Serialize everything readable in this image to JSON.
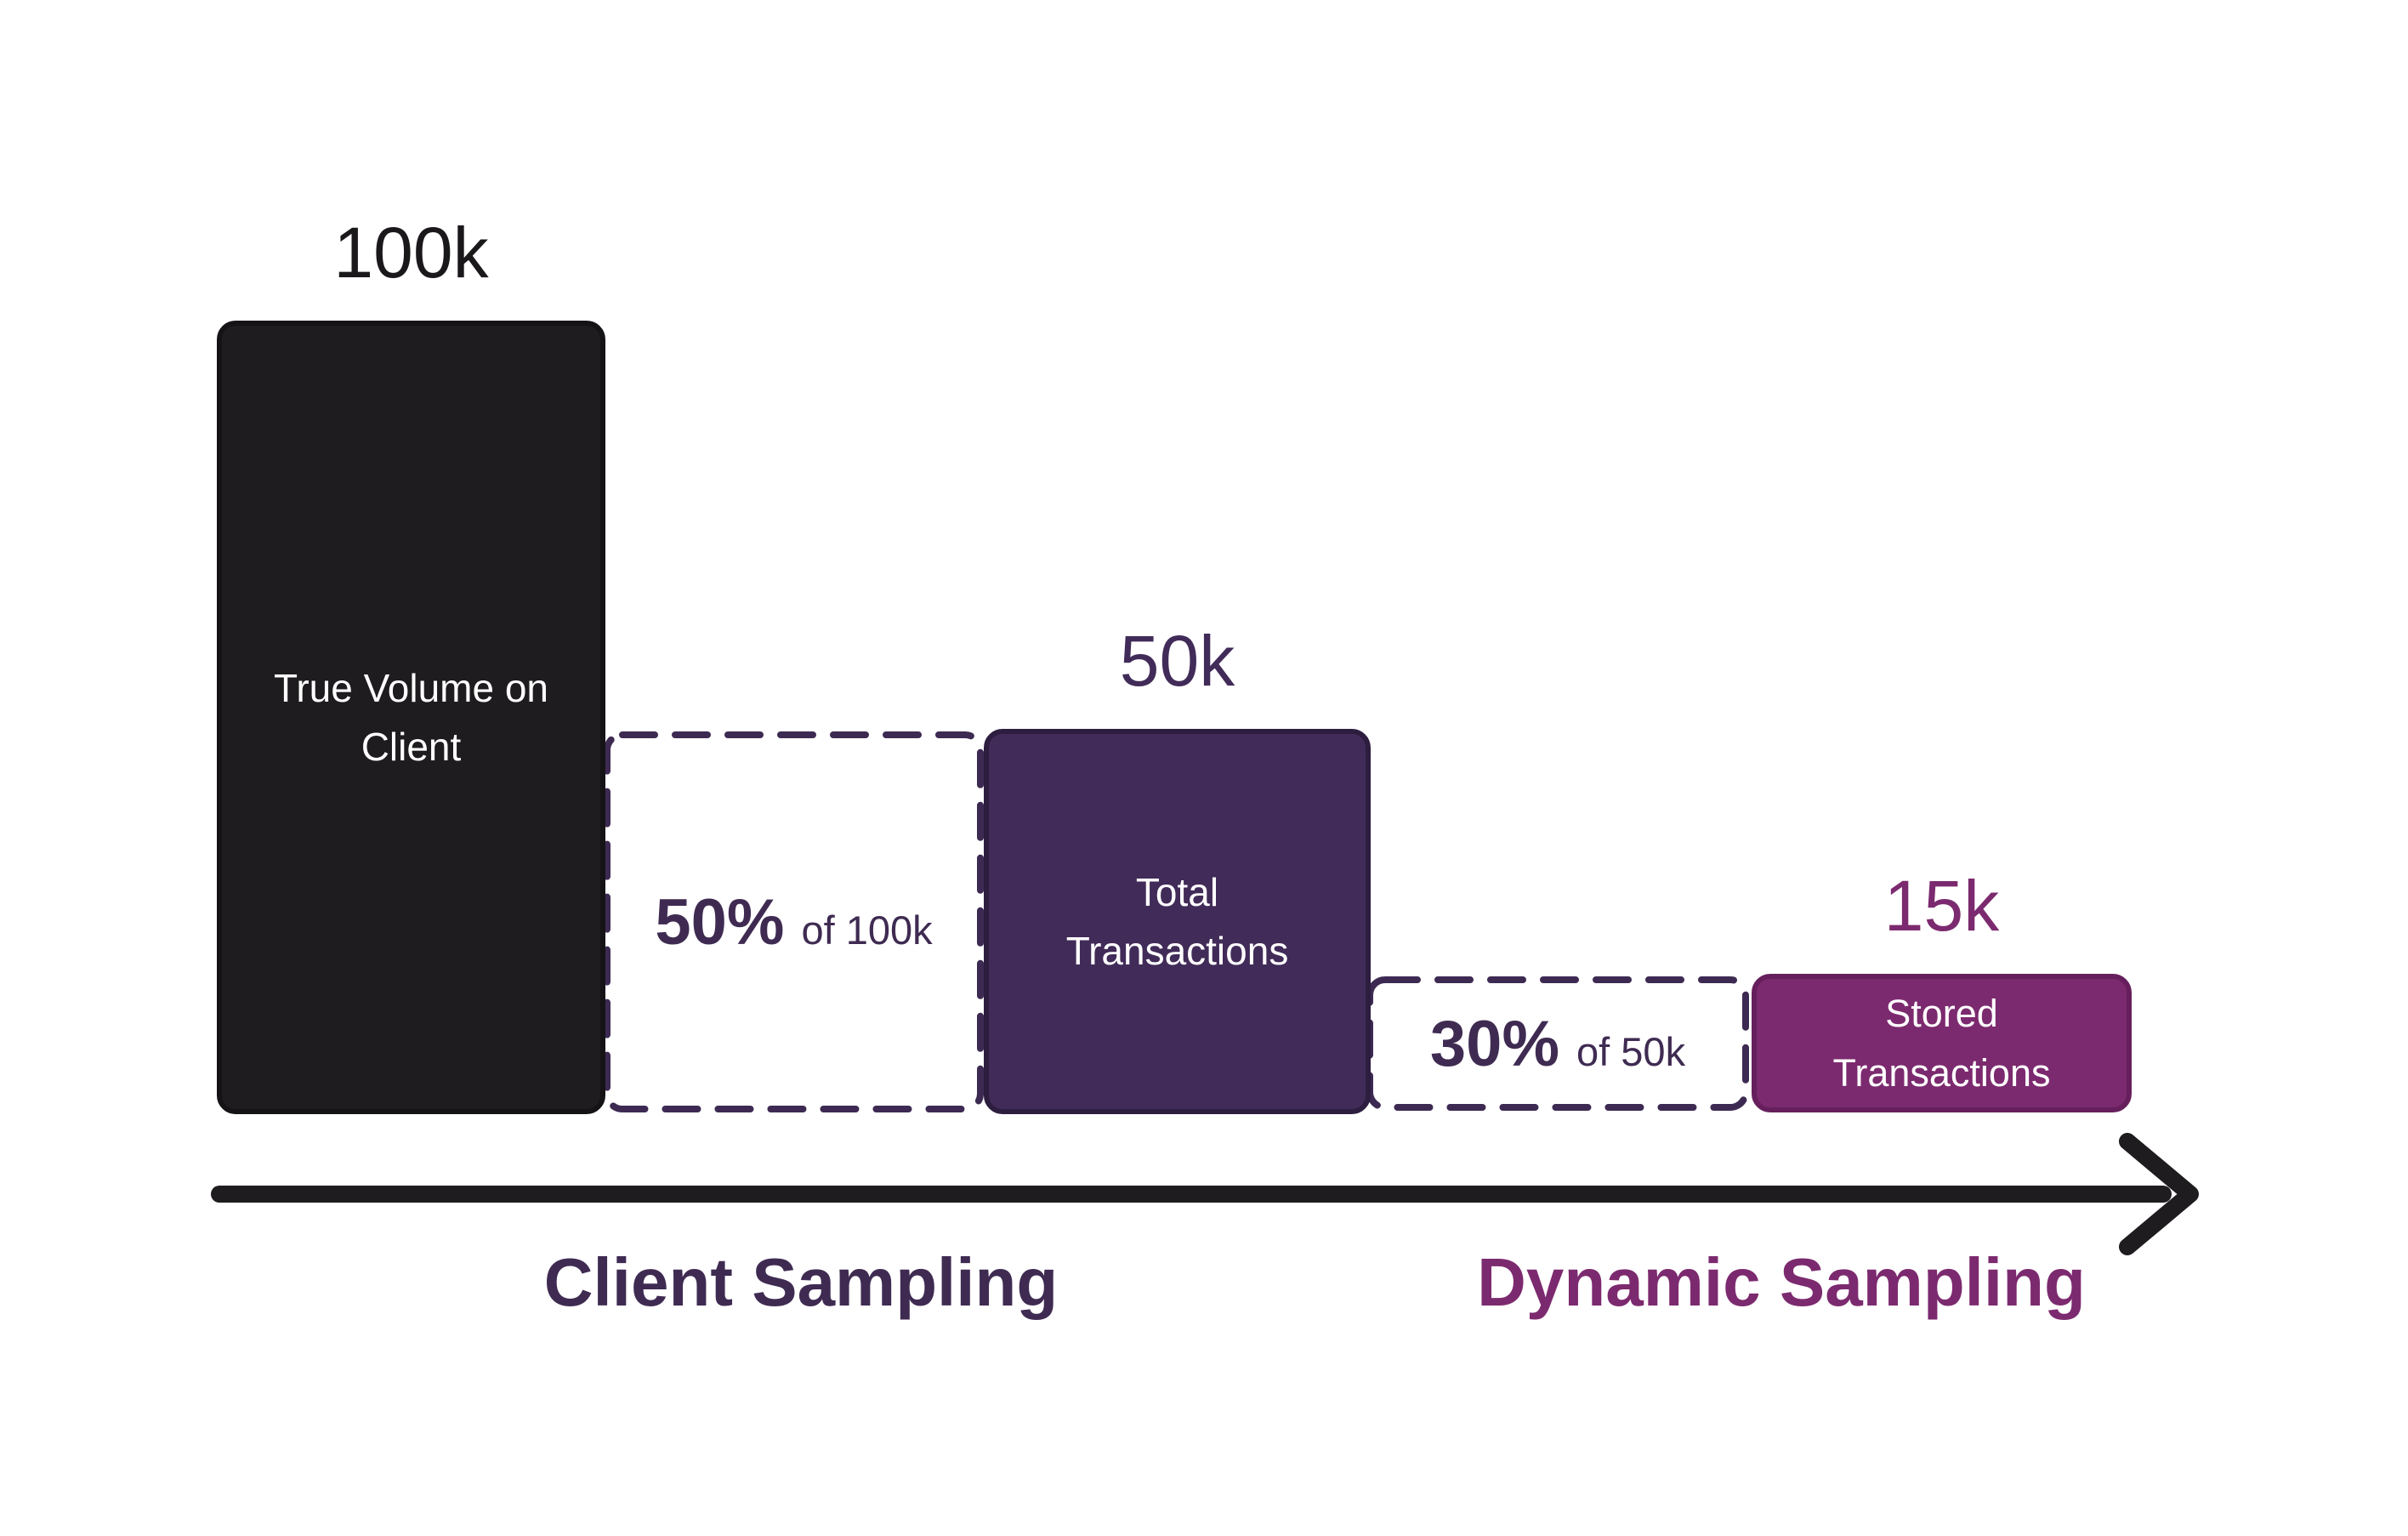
{
  "background": "#ffffff",
  "chart_data": {
    "type": "bar",
    "categories": [
      "True Volume on Client",
      "Total Transactions",
      "Stored Transactions"
    ],
    "values": [
      100000,
      50000,
      15000
    ],
    "value_labels": [
      "100k",
      "50k",
      "15k"
    ],
    "annotations": [
      "50% of 100k",
      "30% of 50k"
    ],
    "axis_labels": [
      "Client Sampling",
      "Dynamic Sampling"
    ],
    "legend_position": "none",
    "grid": false
  },
  "bars": [
    {
      "name": "True Volume on Client",
      "value": "100k",
      "lines": [
        "True Volume on",
        "Client"
      ],
      "fill": "#1e1c1e",
      "border": "#151316",
      "text_color": "#ffffff",
      "value_color": "#1b181b"
    },
    {
      "name": "Total Transactions",
      "value": "50k",
      "lines": [
        "Total",
        "Transactions"
      ],
      "fill": "#412b58",
      "border": "#2d1d3f",
      "text_color": "#ffffff",
      "value_color": "#412b58"
    },
    {
      "name": "Stored Transactions",
      "value": "15k",
      "lines": [
        "Stored",
        "Transactions"
      ],
      "fill": "#7c2a6f",
      "border": "#661f5c",
      "text_color": "#ffffff",
      "value_color": "#7c2a6f"
    }
  ],
  "dashed_boxes": [
    {
      "percent": "50%",
      "of": "of 100k",
      "border": "#3d2a52",
      "text_color": "#3f2b52"
    },
    {
      "percent": "30%",
      "of": "of 50k",
      "border": "#3d2a52",
      "text_color": "#3f2b52"
    }
  ],
  "axis": {
    "arrow_color": "#1e1c1e",
    "labels": [
      {
        "text": "Client Sampling",
        "color": "#3f2b52"
      },
      {
        "text": "Dynamic Sampling",
        "color": "#7c2a6f"
      }
    ]
  }
}
